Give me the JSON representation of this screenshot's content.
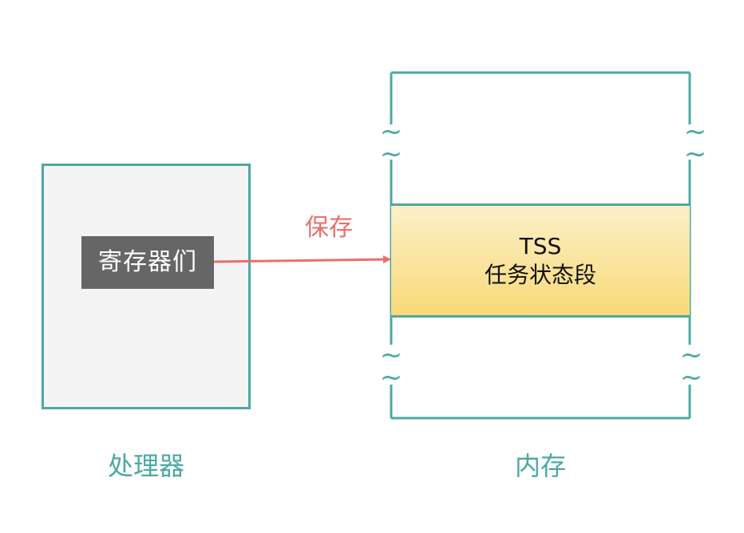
{
  "processor": {
    "registers_label": "寄存器们",
    "caption": "处理器"
  },
  "arrow": {
    "label": "保存"
  },
  "memory": {
    "caption": "内存",
    "tss": {
      "title": "TSS",
      "subtitle": "任务状态段"
    },
    "break_symbol": "~"
  },
  "colors": {
    "outline": "#4ea8a3",
    "arrow": "#e8706a",
    "processor_fill": "#f4f4f4",
    "registers_fill": "#666666",
    "tss_gradient_top": "#fcf0c8",
    "tss_gradient_bottom": "#f8d978"
  }
}
